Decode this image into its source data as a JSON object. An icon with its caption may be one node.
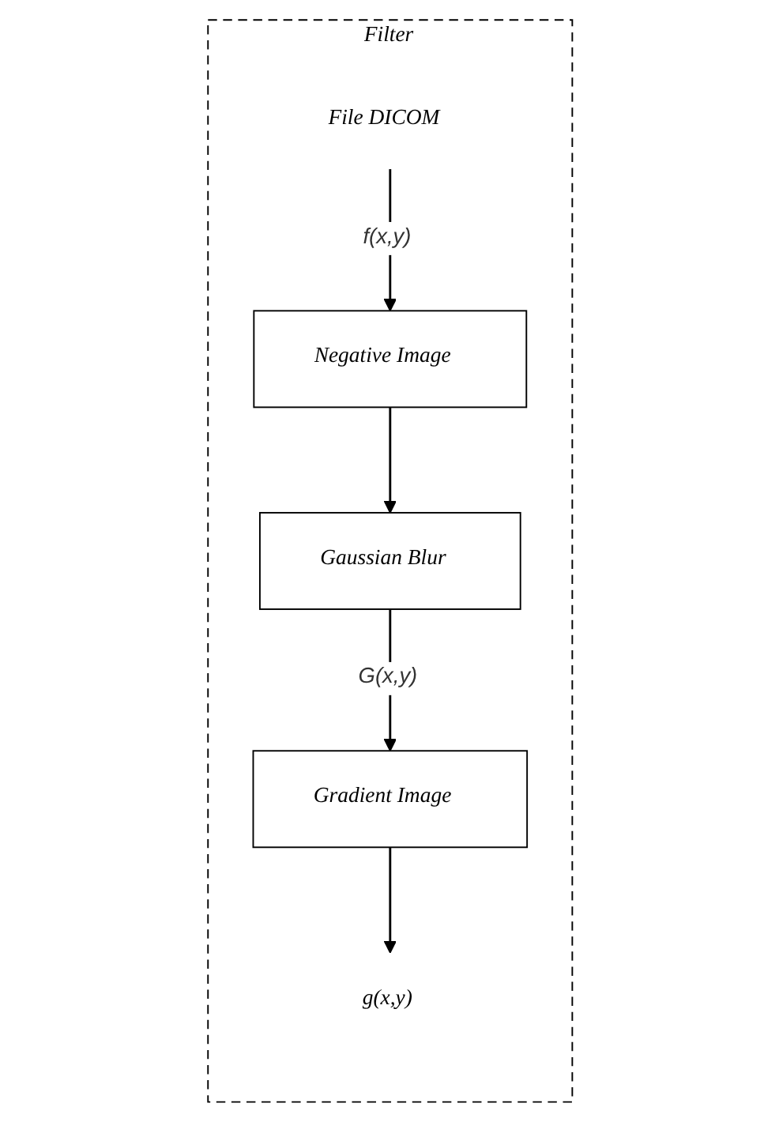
{
  "diagram": {
    "nodes": [
      {
        "text": [
          "Filter"
        ]
      },
      {
        "text": [
          "File DICOM"
        ],
        "in": 0
      },
      {
        "text": [
          "Negative Image"
        ],
        "in": 0
      },
      {
        "text": [
          "Gaussian Blur"
        ],
        "in": 0
      },
      {
        "text": [
          "Gradient Image"
        ],
        "in": 0
      },
      {
        "text": [
          "g(x,y)"
        ],
        "in": 0
      }
    ],
    "edges": [
      {
        "from": 1,
        "to": 2,
        "arrow": "to",
        "label": "f(x,y)"
      },
      {
        "from": 2,
        "to": 3,
        "arrow": "to"
      },
      {
        "from": 3,
        "to": 4,
        "arrow": "to",
        "label": "G(x,y)"
      },
      {
        "from": 4,
        "to": 5,
        "arrow": "to"
      }
    ]
  }
}
